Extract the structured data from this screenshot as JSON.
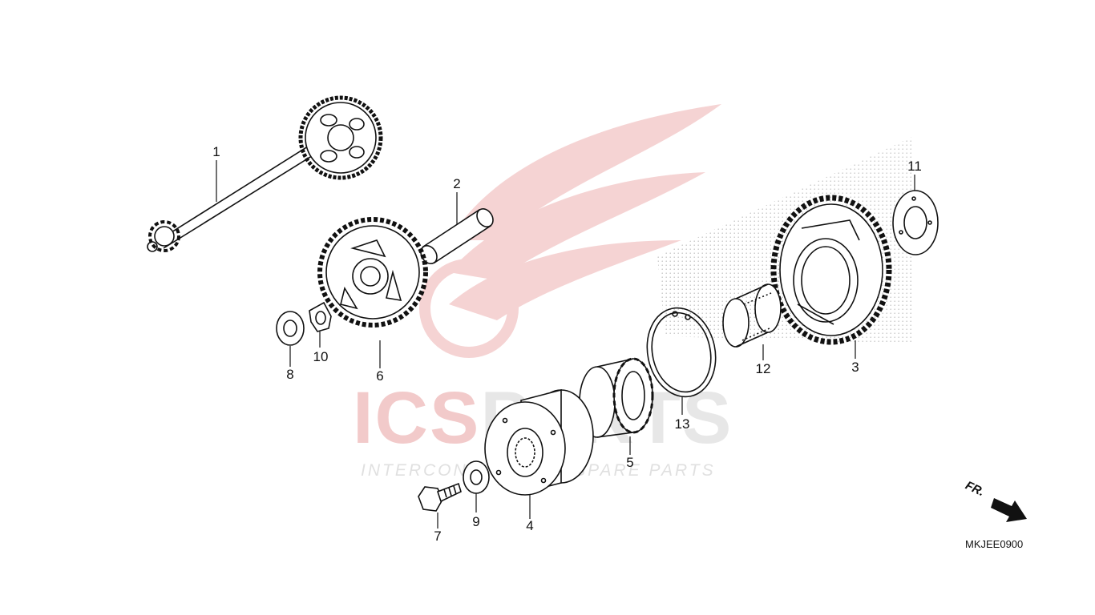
{
  "watermark": {
    "brand_red": "ICS",
    "brand_grey": "PARTS",
    "tagline": "INTERCONTINENTAL SPARE PARTS",
    "colors": {
      "red": "#e9a0a0",
      "grey": "#d5d5d5"
    }
  },
  "callouts": [
    {
      "label": "1"
    },
    {
      "label": "2"
    },
    {
      "label": "3"
    },
    {
      "label": "4"
    },
    {
      "label": "5"
    },
    {
      "label": "6"
    },
    {
      "label": "7"
    },
    {
      "label": "8"
    },
    {
      "label": "9"
    },
    {
      "label": "10"
    },
    {
      "label": "11"
    },
    {
      "label": "12"
    },
    {
      "label": "13"
    }
  ],
  "direction": {
    "label": "FR."
  },
  "diagram_code": "MKJEE0900"
}
